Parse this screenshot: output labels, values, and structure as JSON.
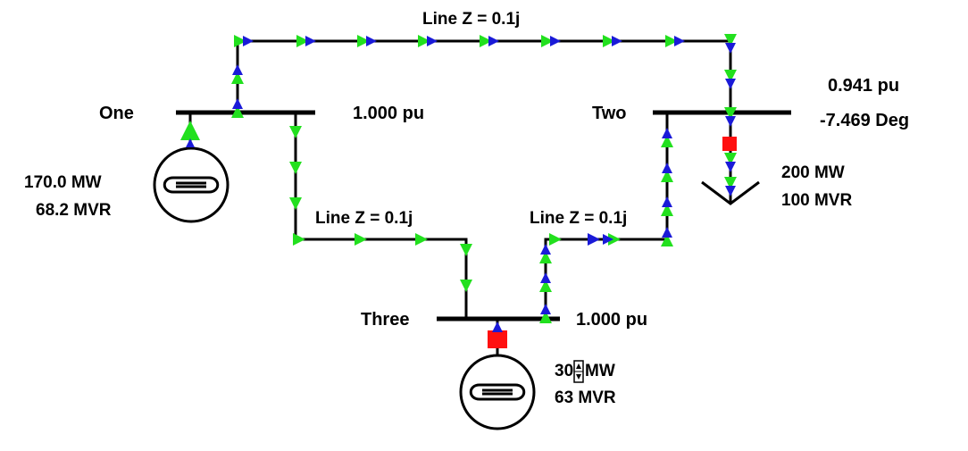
{
  "buses": {
    "one": {
      "name": "One",
      "voltage": "1.000 pu"
    },
    "two": {
      "name": "Two",
      "voltage": "0.941 pu",
      "angle": "-7.469 Deg"
    },
    "three": {
      "name": "Three",
      "voltage": "1.000 pu"
    }
  },
  "lines": {
    "one_two": {
      "label": "Line Z = 0.1j"
    },
    "one_three": {
      "label": "Line Z = 0.1j"
    },
    "three_two": {
      "label": "Line Z = 0.1j"
    }
  },
  "generators": {
    "one": {
      "mw": "170.0 MW",
      "mvr": "68.2 MVR"
    },
    "three": {
      "mw_value": "30",
      "mw_unit": "MW",
      "mvr": "63 MVR"
    }
  },
  "load": {
    "mw": "200 MW",
    "mvr": "100 MVR"
  },
  "colors": {
    "line": "#000000",
    "flow_green": "#22e01e",
    "flow_blue": "#1a1ad8",
    "breaker_closed": "#ff1010"
  }
}
